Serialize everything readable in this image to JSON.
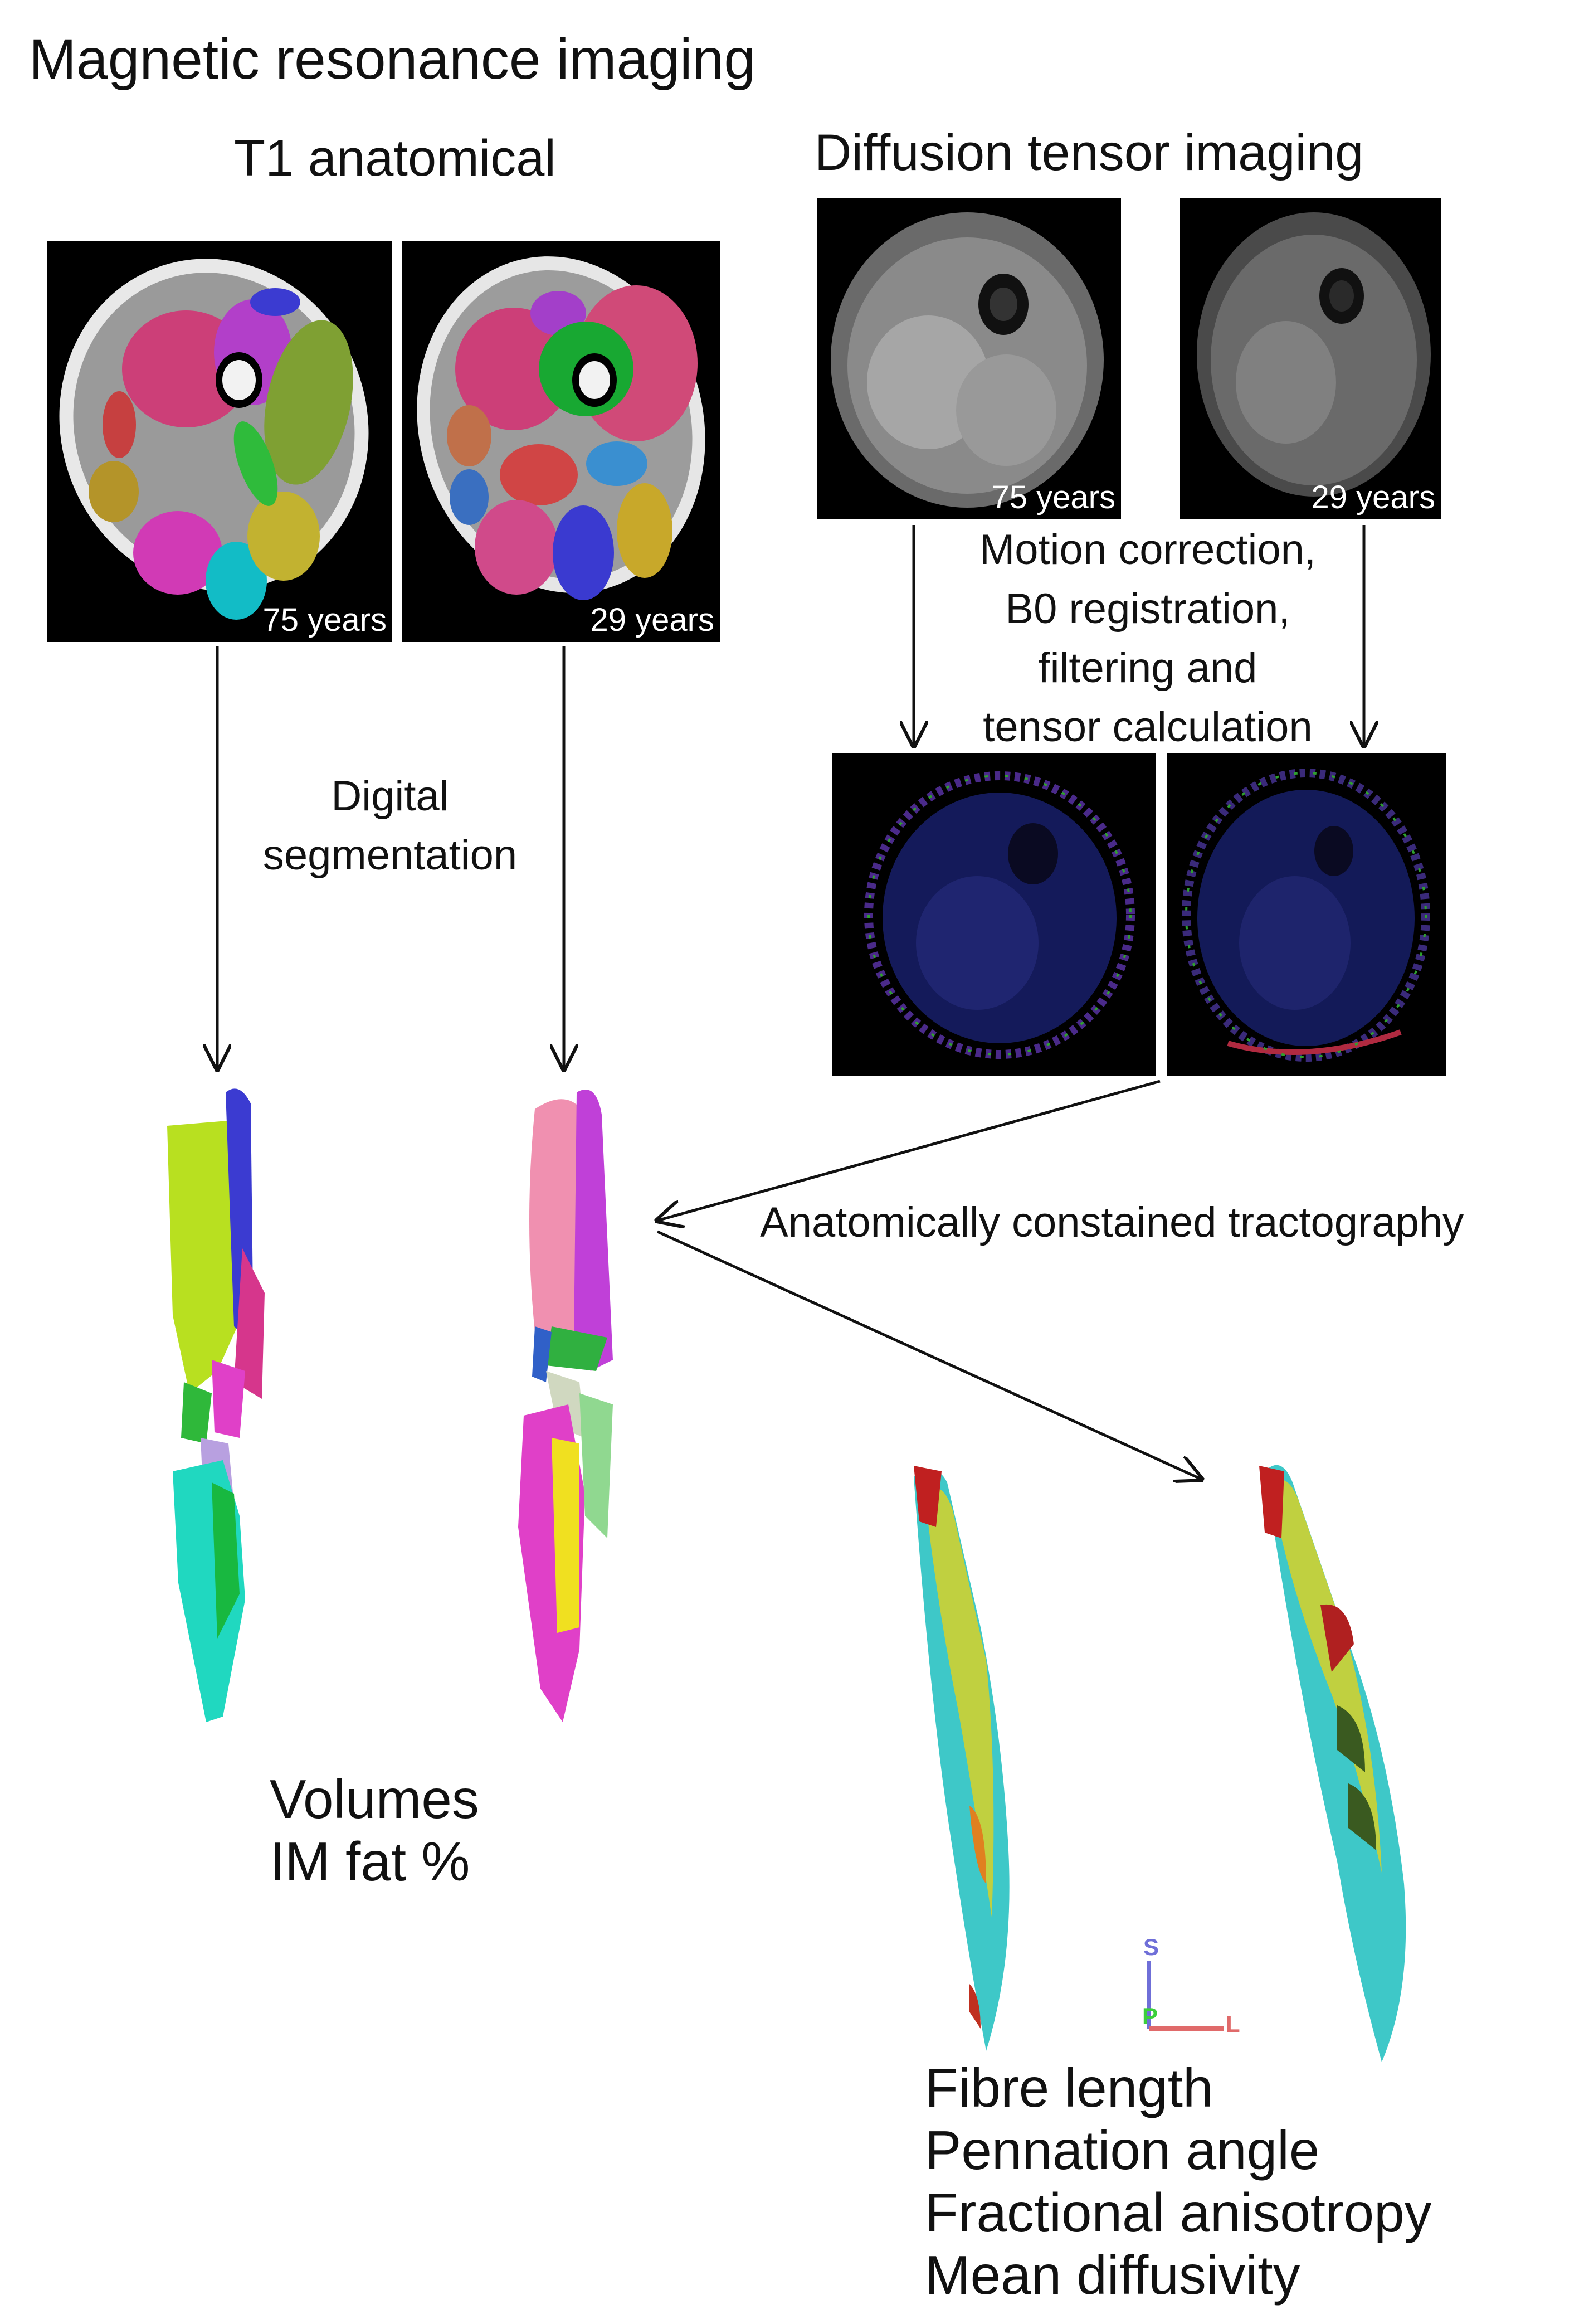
{
  "title": "Magnetic resonance imaging",
  "t1": {
    "heading": "T1 anatomical",
    "images": [
      {
        "age": "75 years"
      },
      {
        "age": "29 years"
      }
    ],
    "process_lines": [
      "Digital",
      "segmentation"
    ],
    "outcomes": [
      "Volumes",
      "IM fat %"
    ]
  },
  "dti": {
    "heading": "Diffusion tensor imaging",
    "images": [
      {
        "age": "75 years"
      },
      {
        "age": "29 years"
      }
    ],
    "process_lines": [
      "Motion correction,",
      "B0 registration,",
      "filtering and",
      "tensor calculation"
    ],
    "tractography_label": "Anatomically constained tractography",
    "axes": {
      "s": "S",
      "p": "P",
      "l": "L"
    },
    "outcomes": [
      "Fibre length",
      "Pennation angle",
      "Fractional anisotropy",
      "Mean diffusivity"
    ]
  },
  "colors": {
    "arrow": "#111111",
    "axis_s": "#6f6fd8",
    "axis_p": "#3bcf3b",
    "axis_l": "#e06a6a"
  }
}
